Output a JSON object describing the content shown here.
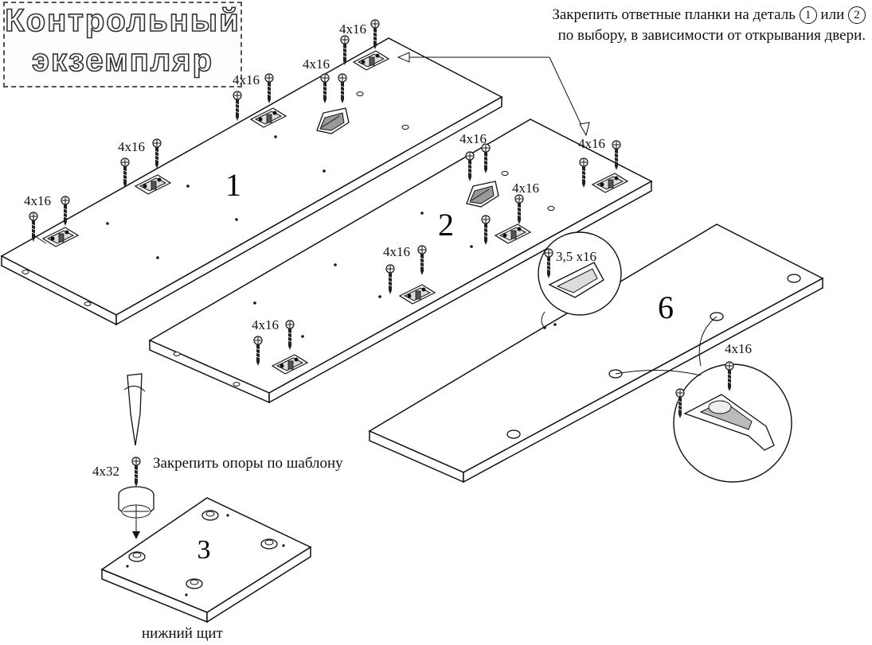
{
  "stamp": {
    "line1": "Контрольный",
    "line2": "экземпляр"
  },
  "top_note": {
    "part1": "Закрепить ответные планки на деталь",
    "ref1": "1",
    "word_or": "или",
    "ref2": "2",
    "part2": "по выбору, в зависимости от открывания двери."
  },
  "supports_note": "Закрепить опоры по шаблону",
  "bottom_caption": "нижний щит",
  "panel_numbers": {
    "panel_1": "1",
    "panel_2": "2",
    "panel_3": "3",
    "panel_6": "6"
  },
  "screw_labels": {
    "p1_a": "4x16",
    "p1_b": "4x16",
    "p1_c": "4x16",
    "p1_d": "4x16",
    "p1_e": "4x16",
    "p2_a": "4x16",
    "p2_b": "4x16",
    "p2_c": "4x16",
    "p2_d": "4x16",
    "p2_e": "4x16",
    "handle": "3,5 x16",
    "hinge": "4x16",
    "support": "4x32"
  }
}
